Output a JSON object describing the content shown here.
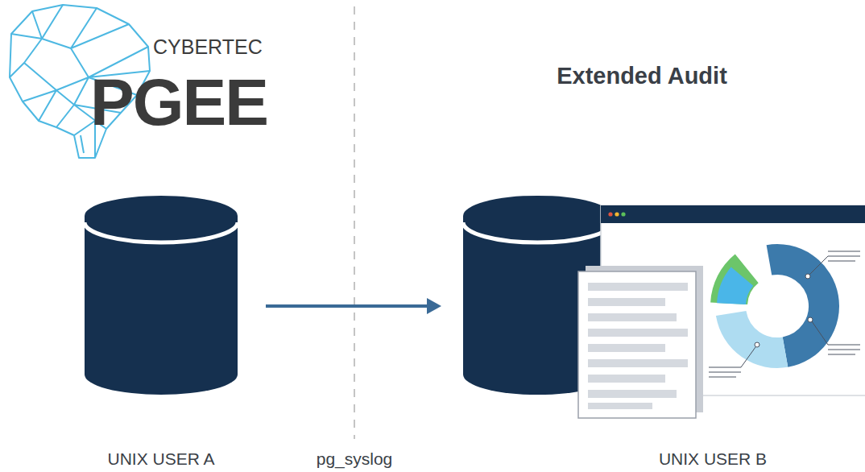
{
  "diagram": {
    "title": "Extended Audit",
    "nodes": [
      {
        "text": [
          "UNIX USER A"
        ]
      },
      {
        "text": [
          "UNIX USER B"
        ]
      }
    ],
    "edges": [
      {
        "from": 0,
        "to": 1,
        "arrow": "to"
      }
    ],
    "labels": [
      "CYBERTEC",
      "PGEE",
      "pg_syslog"
    ]
  }
}
